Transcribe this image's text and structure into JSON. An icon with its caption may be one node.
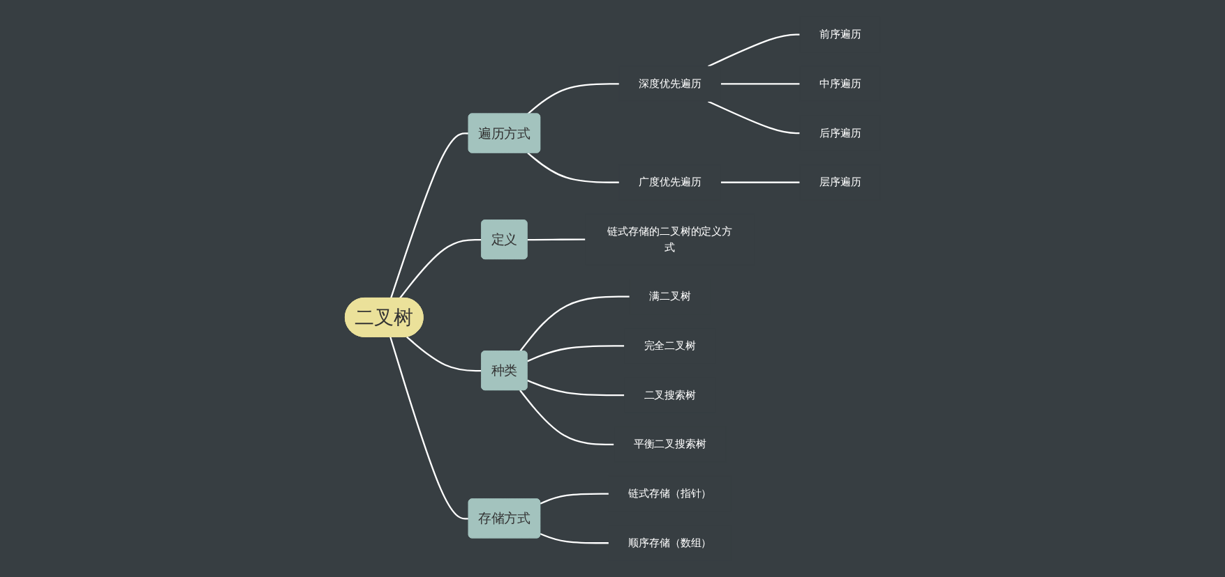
{
  "diagram": {
    "nodes": [
      {
        "text": [
          "二叉树"
        ]
      },
      {
        "text": [
          "遍历方式"
        ]
      },
      {
        "text": [
          "深度优先遍历"
        ]
      },
      {
        "text": [
          "前序遍历"
        ]
      },
      {
        "text": [
          "中序遍历"
        ]
      },
      {
        "text": [
          "后序遍历"
        ]
      },
      {
        "text": [
          "广度优先遍历"
        ]
      },
      {
        "text": [
          "层序遍历"
        ]
      },
      {
        "text": [
          "定义"
        ]
      },
      {
        "text": [
          "链式存储的二叉树的定义方式"
        ]
      },
      {
        "text": [
          "种类"
        ]
      },
      {
        "text": [
          "满二叉树"
        ]
      },
      {
        "text": [
          "完全二叉树"
        ]
      },
      {
        "text": [
          "二叉搜索树"
        ]
      },
      {
        "text": [
          "平衡二叉搜索树"
        ]
      },
      {
        "text": [
          "存储方式"
        ]
      },
      {
        "text": [
          "链式存储（指针）"
        ]
      },
      {
        "text": [
          "顺序存储（数组）"
        ]
      }
    ],
    "edges": [
      {
        "from": 0,
        "to": 1,
        "arrow": "none"
      },
      {
        "from": 1,
        "to": 2,
        "arrow": "none"
      },
      {
        "from": 2,
        "to": 3,
        "arrow": "none"
      },
      {
        "from": 2,
        "to": 4,
        "arrow": "none"
      },
      {
        "from": 2,
        "to": 5,
        "arrow": "none"
      },
      {
        "from": 1,
        "to": 6,
        "arrow": "none"
      },
      {
        "from": 6,
        "to": 7,
        "arrow": "none"
      },
      {
        "from": 0,
        "to": 8,
        "arrow": "none"
      },
      {
        "from": 8,
        "to": 9,
        "arrow": "none"
      },
      {
        "from": 0,
        "to": 10,
        "arrow": "none"
      },
      {
        "from": 10,
        "to": 11,
        "arrow": "none"
      },
      {
        "from": 10,
        "to": 12,
        "arrow": "none"
      },
      {
        "from": 10,
        "to": 13,
        "arrow": "none"
      },
      {
        "from": 10,
        "to": 14,
        "arrow": "none"
      },
      {
        "from": 0,
        "to": 15,
        "arrow": "none"
      },
      {
        "from": 15,
        "to": 16,
        "arrow": "none"
      },
      {
        "from": 15,
        "to": 17,
        "arrow": "none"
      }
    ]
  }
}
